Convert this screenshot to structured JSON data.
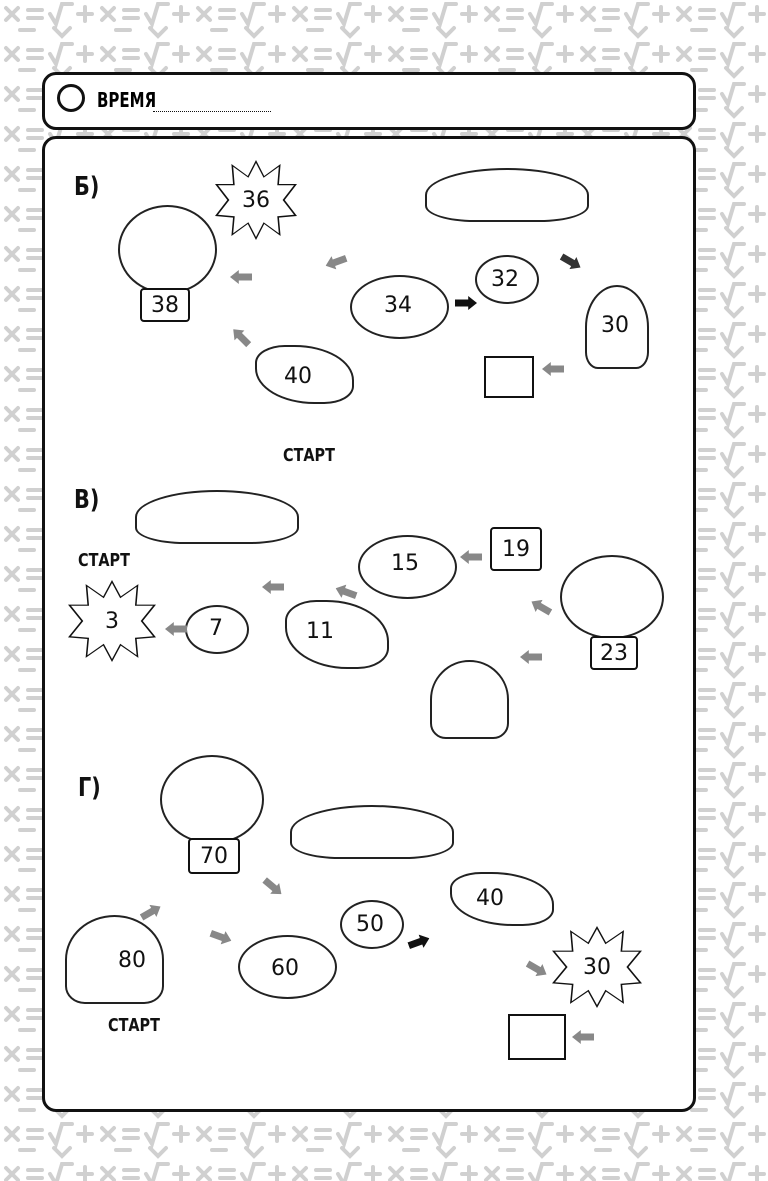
{
  "header": {
    "label": "ВРЕМЯ",
    "field": "",
    "icon": "alarm-clock-icon"
  },
  "sections": [
    {
      "label": "Б)",
      "start_label": "СТАРТ",
      "values": [
        "36",
        "38",
        "34",
        "32",
        "30",
        "40"
      ],
      "answer": ""
    },
    {
      "label": "В)",
      "start_label": "СТАРТ",
      "values": [
        "3",
        "7",
        "11",
        "15",
        "19",
        "23"
      ],
      "answer": ""
    },
    {
      "label": "Г)",
      "start_label": "СТАРТ",
      "values": [
        "80",
        "70",
        "60",
        "50",
        "40",
        "30"
      ],
      "answer": ""
    }
  ]
}
